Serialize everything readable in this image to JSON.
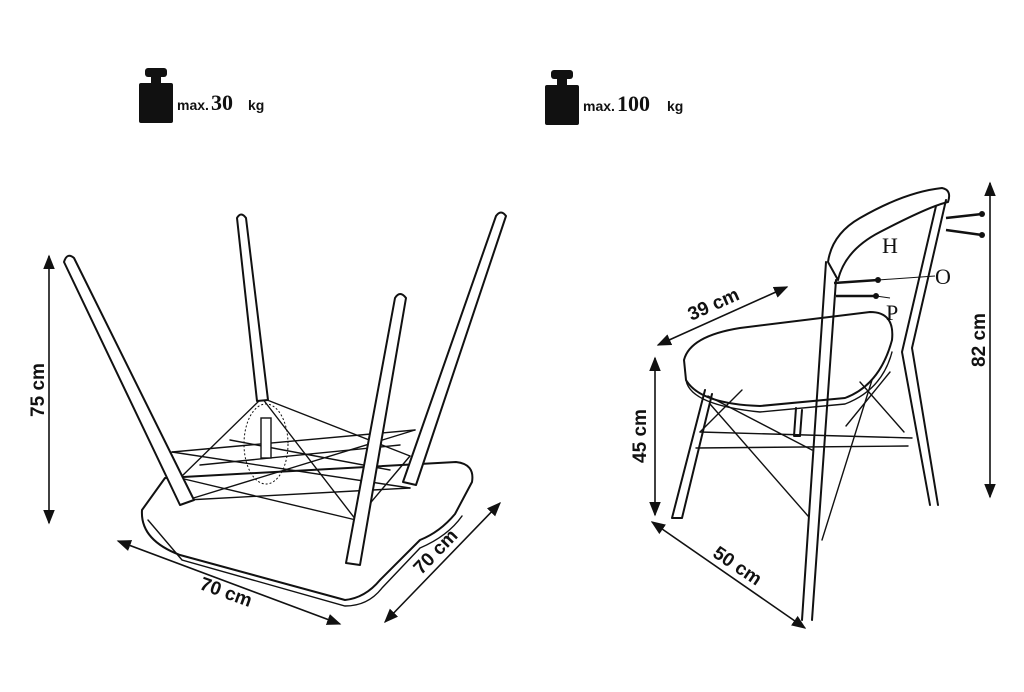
{
  "table": {
    "max_prefix": "max.",
    "max_value": "30",
    "max_unit": "kg",
    "height": "75 cm",
    "width": "70 cm",
    "depth": "70 cm"
  },
  "chair": {
    "max_prefix": "max.",
    "max_value": "100",
    "max_unit": "kg",
    "seat_width": "39 cm",
    "seat_height": "45 cm",
    "depth": "50 cm",
    "height": "82 cm",
    "parts": [
      "H",
      "O",
      "P"
    ]
  },
  "colors": {
    "ink": "#111111",
    "background": "#ffffff"
  }
}
